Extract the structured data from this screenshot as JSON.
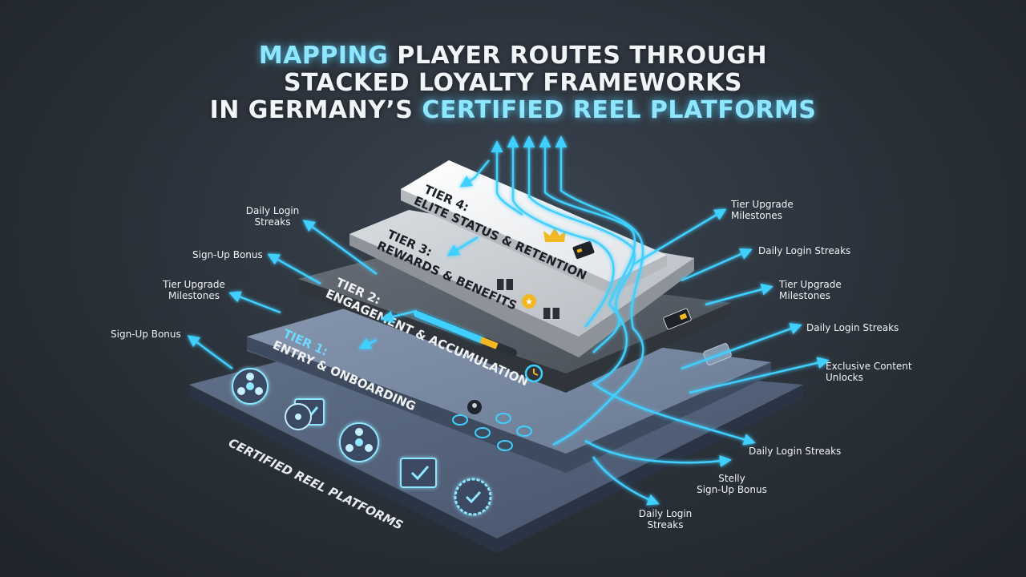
{
  "title": {
    "line1_highlight": "MAPPING",
    "line1_rest": " PLAYER ROUTES THROUGH",
    "line2": "STACKED LOYALTY FRAMEWORKS",
    "line3_prefix": "IN GERMANY’S ",
    "line3_highlight": "CERTIFIED REEL PLATFORMS"
  },
  "tiers": [
    {
      "tier": "TIER 4:",
      "name": "ELITE STATUS & RETENTION"
    },
    {
      "tier": "TIER 3:",
      "name": "REWARDS & BENEFITS"
    },
    {
      "tier": "TIER 2:",
      "name": "ENGAGEMENT & ACCUMULATION"
    },
    {
      "tier": "TIER 1:",
      "name": "ENTRY & ONBOARDING"
    }
  ],
  "base_label": "CERTIFIED REEL PLATFORMS",
  "left_labels": [
    {
      "line1": "Daily Login",
      "line2": "Streaks"
    },
    {
      "line1": "Sign-Up Bonus",
      "line2": ""
    },
    {
      "line1": "Tier Upgrade",
      "line2": "Milestones"
    },
    {
      "line1": "Sign-Up Bonus",
      "line2": ""
    }
  ],
  "right_labels": [
    {
      "line1": "Tier Upgrade",
      "line2": "Milestones"
    },
    {
      "line1": "Daily Login Streaks",
      "line2": ""
    },
    {
      "line1": "Tier Upgrade",
      "line2": "Milestones"
    },
    {
      "line1": "Daily Login Streaks",
      "line2": ""
    },
    {
      "line1": "Exclusive Content",
      "line2": "Unlocks"
    },
    {
      "line1": "Daily Login Streaks",
      "line2": ""
    },
    {
      "line1": "Stelly",
      "line2": "Sign-Up Bonus"
    },
    {
      "line1": "Daily Login",
      "line2": "Streaks"
    }
  ],
  "colors": {
    "accent": "#3fd0ff",
    "tier4": "#eef0f2",
    "tier3": "#c9cdd2",
    "tier2": "#5a6069",
    "tier1": "#7787a0",
    "base": "#55637a",
    "gold": "#f2b823"
  },
  "icons": [
    "film-reel-icon",
    "film-clapper-icon",
    "check-badge-icon",
    "crown-icon",
    "gift-icon",
    "star-coin-icon",
    "user-icon",
    "check-icon",
    "card-icon"
  ]
}
